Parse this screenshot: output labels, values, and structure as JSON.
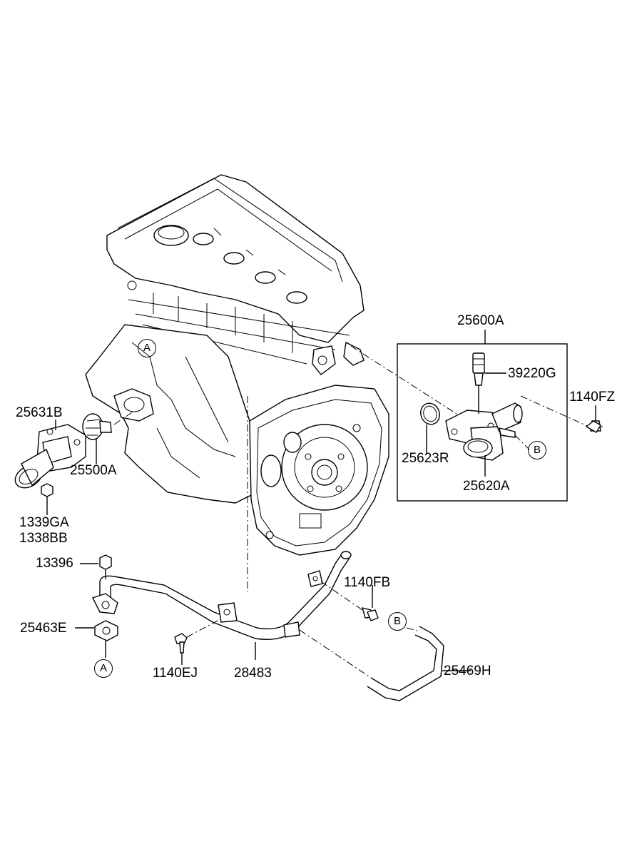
{
  "parts": {
    "p25600A": "25600A",
    "p39220G": "39220G",
    "p1140FZ": "1140FZ",
    "p25623R": "25623R",
    "p25620A": "25620A",
    "p25631B": "25631B",
    "p25500A": "25500A",
    "p1339GA": "1339GA",
    "p1338BB": "1338BB",
    "p13396": "13396",
    "p1140FB": "1140FB",
    "p25463E": "25463E",
    "p1140EJ": "1140EJ",
    "p28483": "28483",
    "p25469H": "25469H"
  },
  "markers": {
    "a": "A",
    "b": "B"
  }
}
